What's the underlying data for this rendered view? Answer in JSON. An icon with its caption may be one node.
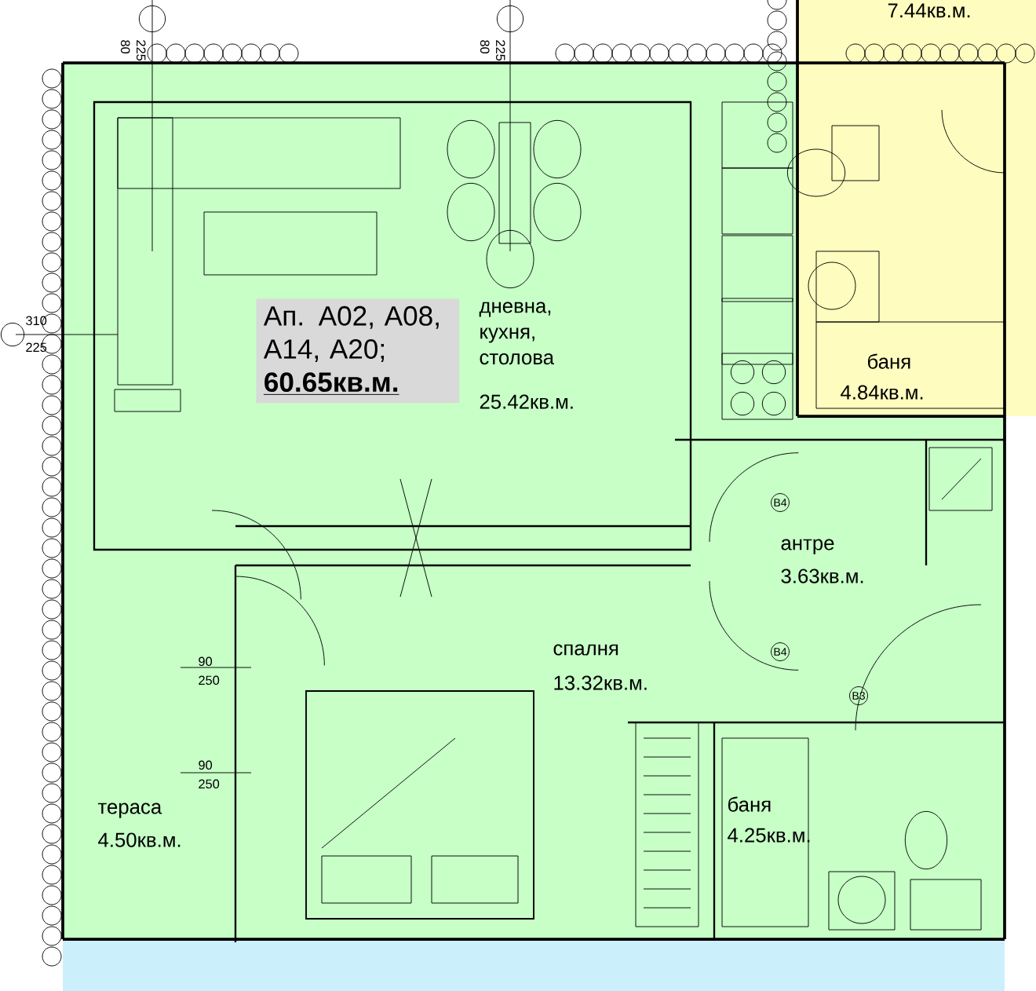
{
  "diagram": {
    "nodes": [
      {
        "text": [
          "Ап. A02, A08, A14, A20;",
          "60.65кв.м."
        ]
      }
    ],
    "labels": [
      "7.44кв.м.",
      "80",
      "225",
      "80",
      "225",
      "310",
      "225",
      "дневна, кухня, столова",
      "25.42кв.м.",
      "баня",
      "4.84кв.м.",
      "В4",
      "антре",
      "3.63кв.м.",
      "90",
      "250",
      "В4",
      "спалня",
      "13.32кв.м.",
      "В3",
      "90",
      "250",
      "тераса",
      "4.50кв.м.",
      "баня",
      "4.25кв.м."
    ]
  }
}
